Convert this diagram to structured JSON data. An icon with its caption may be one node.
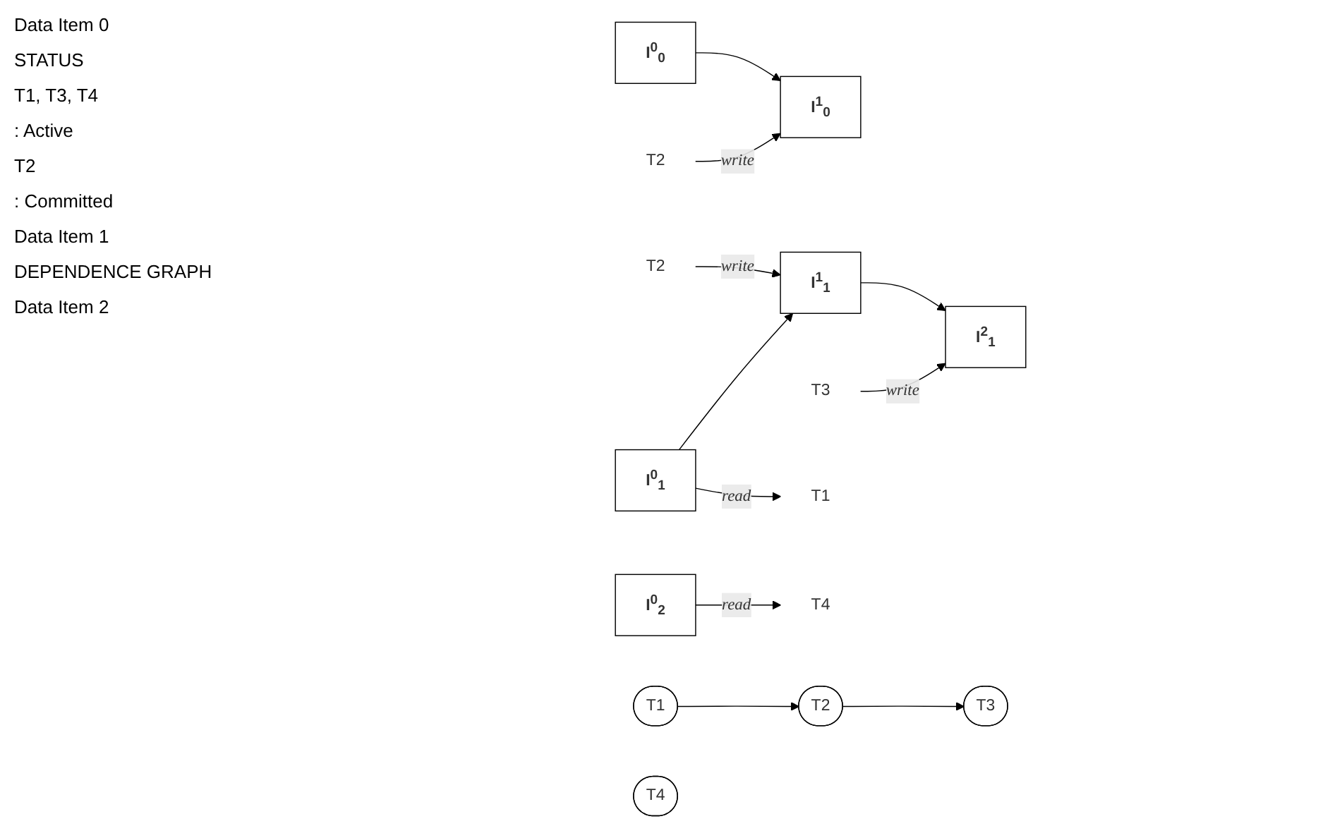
{
  "diagram": {
    "nodes": [
      {
        "text": [
          "T2"
        ]
      },
      {
        "text": [
          "I$^{0}$$_{0}$"
        ]
      },
      {
        "text": [
          "I$^{1}$$_{0}$"
        ]
      },
      {
        "text": [
          "T2"
        ]
      },
      {
        "text": [
          "I$^{0}$$_{1}$"
        ]
      },
      {
        "text": [
          "I$^{1}$$_{1}$"
        ]
      },
      {
        "text": [
          "T3"
        ]
      },
      {
        "text": [
          "I$^{2}$$_{1}$"
        ]
      },
      {
        "text": [
          "T1"
        ]
      },
      {
        "text": [
          "I$^{0}$$_{2}$"
        ]
      },
      {
        "text": [
          "T4"
        ]
      },
      {
        "text": [
          "T1"
        ]
      },
      {
        "text": [
          "T2"
        ]
      },
      {
        "text": [
          "T3"
        ]
      },
      {
        "text": [
          "T4"
        ]
      }
    ],
    "edges": [
      {
        "from": 1,
        "to": 2,
        "arrow": "to"
      },
      {
        "from": 0,
        "to": 2,
        "arrow": "to",
        "label": "write"
      },
      {
        "from": 4,
        "to": 5,
        "arrow": "to"
      },
      {
        "from": 5,
        "to": 7,
        "arrow": "to"
      },
      {
        "from": 3,
        "to": 5,
        "arrow": "to",
        "label": "write"
      },
      {
        "from": 6,
        "to": 7,
        "arrow": "to",
        "label": "write"
      },
      {
        "from": 4,
        "to": 8,
        "arrow": "to",
        "label": "read"
      },
      {
        "from": 9,
        "to": 10,
        "arrow": "to",
        "label": "read"
      },
      {
        "from": 11,
        "to": 12,
        "arrow": "to"
      },
      {
        "from": 12,
        "to": 13,
        "arrow": "to"
      }
    ],
    "labels": [
      "Data Item 0",
      "STATUS",
      "T1, T3, T4",
      ": Active",
      "T2",
      ": Committed",
      "Data Item 1",
      "DEPENDENCE GRAPH",
      "Data Item 2"
    ]
  }
}
